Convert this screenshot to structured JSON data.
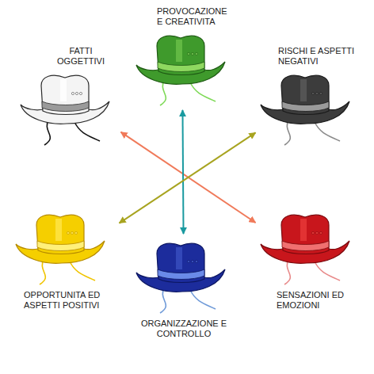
{
  "diagram": {
    "nodes": [
      {
        "text": [
          "FATTI OGGETTIVI"
        ]
      },
      {
        "text": [
          "PROVOCAZIONE E CREATIVITA"
        ]
      },
      {
        "text": [
          "RISCHI E ASPETTI NEGATIVI"
        ]
      },
      {
        "text": [
          "OPPORTUNITA ED ASPETTI POSITIVI"
        ]
      },
      {
        "text": [
          "ORGANIZZAZIONE E CONTROLLO"
        ]
      },
      {
        "text": [
          "SENSAZIONI ED EMOZIONI"
        ]
      }
    ],
    "edges": [
      {
        "from": 0,
        "to": 5,
        "arrow": "both"
      },
      {
        "from": 1,
        "to": 4,
        "arrow": "both"
      },
      {
        "from": 2,
        "to": 3,
        "arrow": "both"
      }
    ]
  }
}
